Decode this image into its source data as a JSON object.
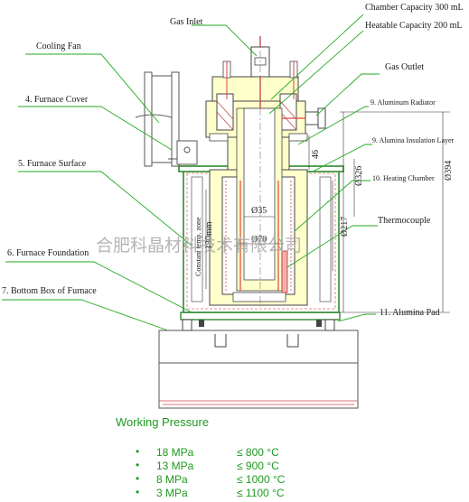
{
  "labels": {
    "gas_inlet": "Gas Inlet",
    "chamber_capacity": "Chamber Capacity 300 mL",
    "heatable_capacity": "Heatable Capacity 200 mL",
    "cooling_fan": "Cooling Fan",
    "gas_outlet": "Gas Outlet",
    "furnace_cover": "4. Furnace Cover",
    "aluminum_radiator": "9. Aluminum Radiator",
    "alumina_insulation": "9. Alumina Insulation Layer",
    "furnace_surface": "5. Furnace Surface",
    "heating_chamber": "10. Heating Chamber",
    "thermocouple": "Thermocouple",
    "furnace_foundation": "6. Furnace Foundation",
    "bottom_box": "7. Bottom Box of Furnace",
    "alumina_pad": "11. Alumina Pad"
  },
  "dimensions": {
    "d46": "46",
    "d326": "Ø326",
    "d394": "Ø394",
    "d35": "Ø35",
    "d70": "Ø70",
    "d217": "Ø217",
    "h130": "130mm",
    "zone": "Constant temp. zone"
  },
  "watermark": "合肥科晶材料技术有限公司",
  "pressure": {
    "title": "Working Pressure",
    "rows": [
      {
        "bullet": "•",
        "pressure": "18 MPa",
        "temp": "≤ 800 °C"
      },
      {
        "bullet": "•",
        "pressure": "13 MPa",
        "temp": "≤ 900 °C"
      },
      {
        "bullet": "•",
        "pressure": "8 MPa",
        "temp": "≤ 1000 °C"
      },
      {
        "bullet": "•",
        "pressure": "3 MPa",
        "temp": "≤ 1100 °C"
      }
    ]
  },
  "colors": {
    "outline": "#2f8a2f",
    "leader": "#22aa22",
    "body_fill": "#ffffcc",
    "heater_red": "#e04040",
    "text_green": "#1e9a1e"
  }
}
